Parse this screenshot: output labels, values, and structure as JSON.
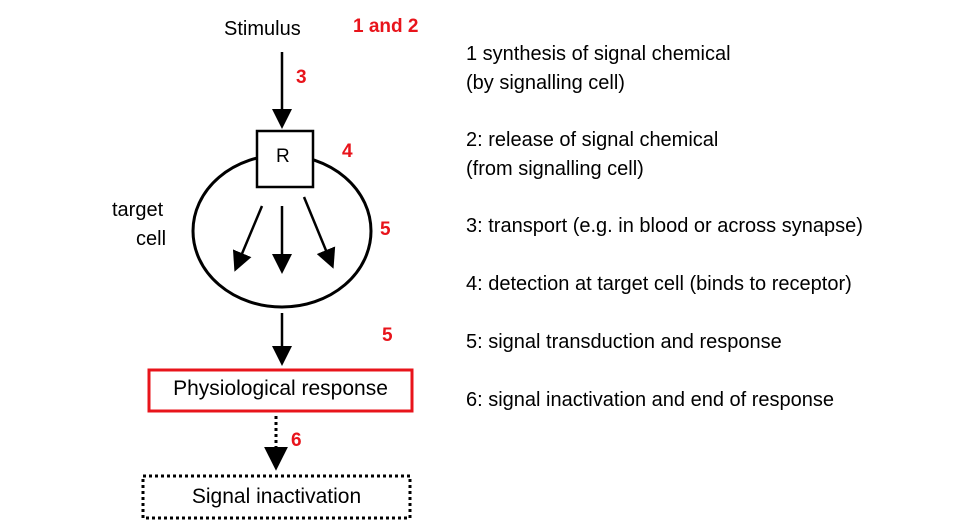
{
  "diagram": {
    "stimulus": "Stimulus",
    "receptor": "R",
    "target_cell_line1": "target",
    "target_cell_line2": "cell",
    "response_box": "Physiological response",
    "inactivation_box": "Signal inactivation",
    "step_markers": {
      "stimulus_steps": "1 and 2",
      "transport": "3",
      "detection": "4",
      "transduction_in_cell": "5",
      "transduction_response": "5",
      "inactivation": "6"
    }
  },
  "legend": [
    {
      "lines": [
        "1 synthesis of signal chemical",
        "(by signalling cell)"
      ]
    },
    {
      "lines": [
        "2: release of signal chemical",
        "(from signalling cell)"
      ]
    },
    {
      "lines": [
        "3: transport (e.g. in blood or across synapse)"
      ]
    },
    {
      "lines": [
        "4: detection at target cell (binds to receptor)"
      ]
    },
    {
      "lines": [
        "5: signal transduction and response"
      ]
    },
    {
      "lines": [
        "6: signal inactivation and end of response"
      ]
    }
  ],
  "colors": {
    "accent_red": "#e8141b",
    "ink": "#000000"
  }
}
